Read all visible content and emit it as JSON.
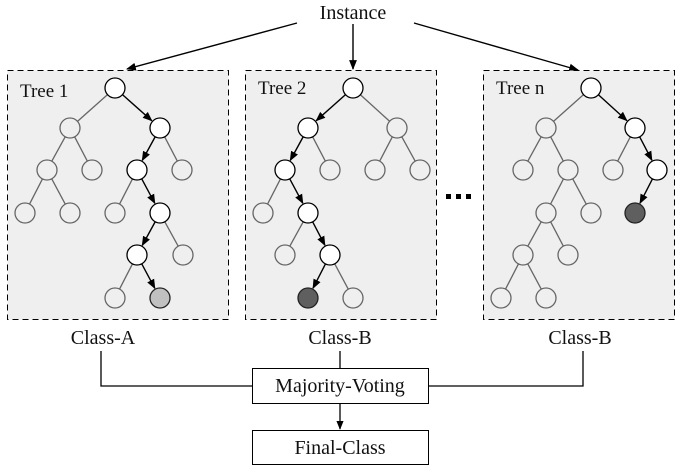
{
  "title": "Instance",
  "colors": {
    "panel_bg": "#efefef",
    "path_node_fill": "#ffffff",
    "path_stroke": "#000000",
    "off_path_stroke": "#666666",
    "leaf_light": "#c0c0c0",
    "leaf_dark": "#5f5f5f"
  },
  "ellipsis": "...",
  "trees": [
    {
      "label": "Tree 1",
      "class_label": "Class-A",
      "result_leaf_shade": "light"
    },
    {
      "label": "Tree 2",
      "class_label": "Class-B",
      "result_leaf_shade": "dark"
    },
    {
      "label": "Tree n",
      "class_label": "Class-B",
      "result_leaf_shade": "dark"
    }
  ],
  "aggregator": {
    "label": "Majority-Voting"
  },
  "output": {
    "label": "Final-Class"
  }
}
